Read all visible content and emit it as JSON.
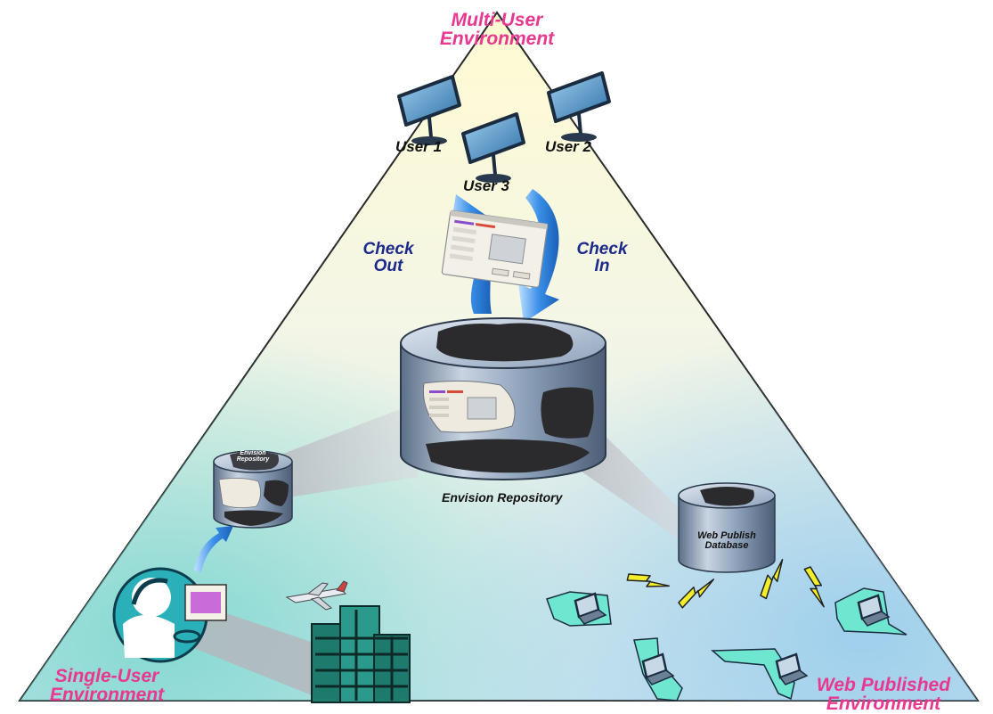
{
  "environments": {
    "multi_user": [
      "Multi-User",
      "Environment"
    ],
    "single_user": [
      "Single-User",
      "Environment"
    ],
    "web_published": [
      "Web Published",
      "Environment"
    ]
  },
  "users": [
    "User 1",
    "User 2",
    "User 3"
  ],
  "flows": {
    "check_out": [
      "Check",
      "Out"
    ],
    "check_in": [
      "Check",
      "In"
    ]
  },
  "repository": {
    "label": "Envision Repository",
    "small_label": [
      "Envision",
      "Repository"
    ]
  },
  "web_db": [
    "Web Publish",
    "Database"
  ],
  "colors": {
    "env_text": "#e8388f",
    "flow_text": "#1c2a8c",
    "arrow": "#3a8fe8",
    "bolt": "#f2ee2a",
    "state": "#6fe6cf",
    "monitor": "#2f4a6a",
    "cylinder": "#7f93ad"
  }
}
